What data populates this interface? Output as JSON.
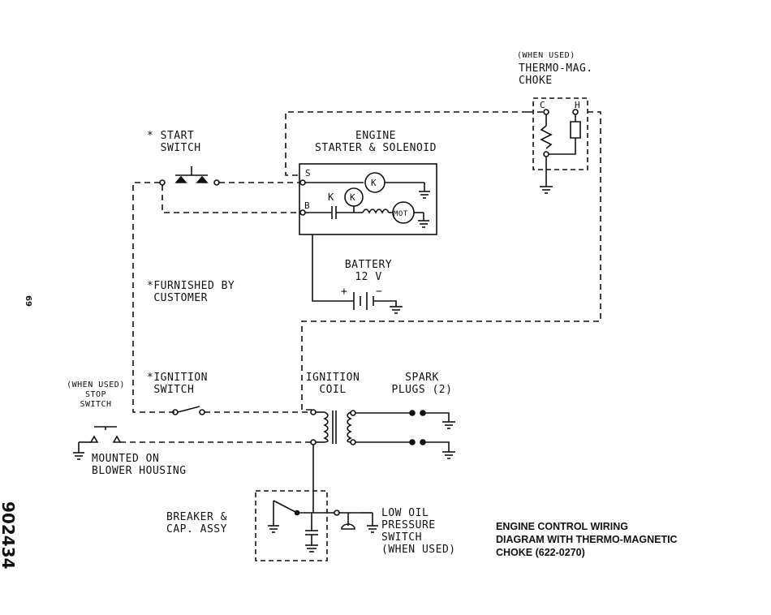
{
  "labels": {
    "choke_when_used": "(WHEN USED)",
    "choke_title": "THERMO-MAG.\nCHOKE",
    "choke_c": "C",
    "choke_h": "H",
    "start_switch": "* START\n  SWITCH",
    "engine_starter": "ENGINE\nSTARTER & SOLENOID",
    "terminal_s": "S",
    "terminal_b": "B",
    "solenoid_k1": "K",
    "solenoid_k2": "K",
    "solenoid_k_contact": "K",
    "motor": "MOT",
    "battery": "BATTERY\n12 V",
    "battery_plus": "+",
    "battery_minus": "−",
    "furnished_note": "*FURNISHED BY\n CUSTOMER",
    "ignition_switch": "*IGNITION\n SWITCH",
    "stop_switch": "(WHEN USED)\nSTOP\nSWITCH",
    "mounted_on": "MOUNTED ON\nBLOWER HOUSING",
    "ignition_coil": "IGNITION\nCOIL",
    "spark_plugs": "SPARK\nPLUGS (2)",
    "breaker": "BREAKER &\nCAP. ASSY",
    "low_oil": "LOW OIL\nPRESSURE\nSWITCH\n(WHEN USED)",
    "diagram_title": "ENGINE CONTROL WIRING\nDIAGRAM WITH THERMO-MAGNETIC\nCHOKE (622-0270)",
    "doc_number": "902434",
    "page_number": "69"
  }
}
